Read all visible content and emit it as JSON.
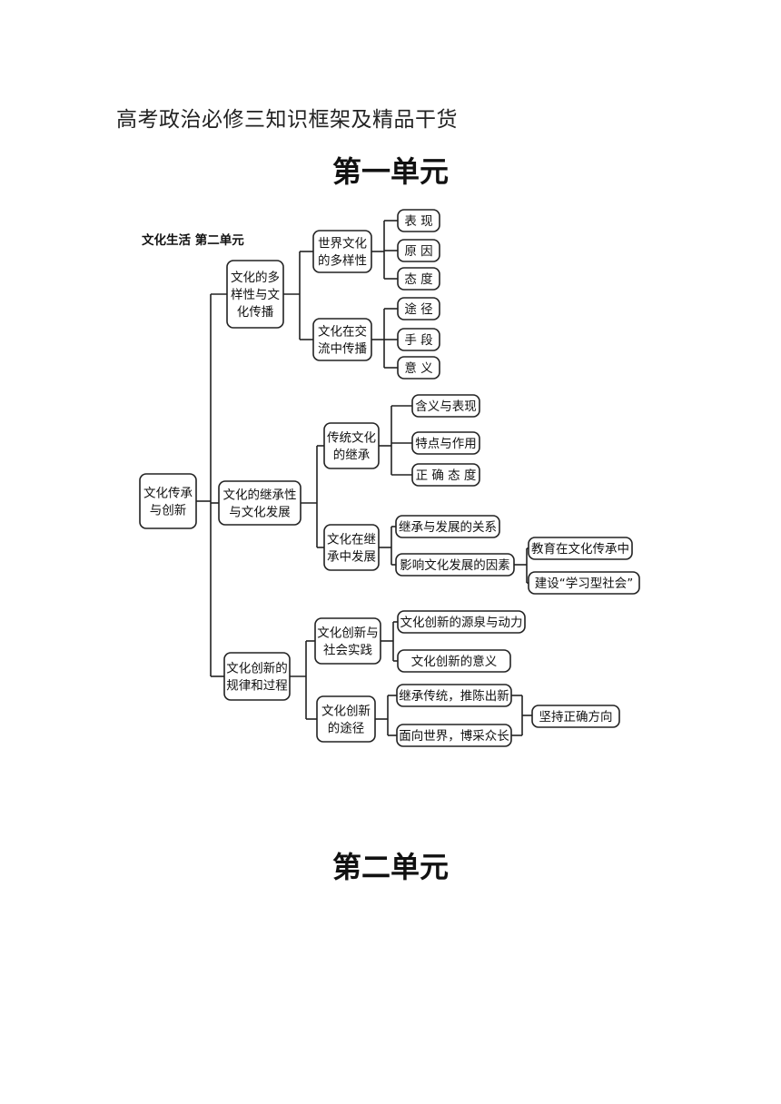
{
  "document": {
    "title": "高考政治必修三知识框架及精品干货",
    "unit1_heading": "第一单元",
    "unit2_heading": "第二单元"
  },
  "mindmap": {
    "caption": "文化生活 第二单元",
    "root": [
      "文化传承",
      "与创新"
    ],
    "branches": [
      {
        "label": [
          "文化的多",
          "样性与文",
          "化传播"
        ],
        "topics": [
          {
            "label": [
              "世界文化",
              "的多样性"
            ],
            "items": [
              "表 现",
              "原 因",
              "态 度"
            ]
          },
          {
            "label": [
              "文化在交",
              "流中传播"
            ],
            "items": [
              "途 径",
              "手 段",
              "意 义"
            ]
          }
        ]
      },
      {
        "label": [
          "文化的继承性",
          "与文化发展"
        ],
        "topics": [
          {
            "label": [
              "传统文化",
              "的继承"
            ],
            "items": [
              "含义与表现",
              "特点与作用",
              "正 确 态 度"
            ]
          },
          {
            "label": [
              "文化在继",
              "承中发展"
            ],
            "items": [
              "继承与发展的关系",
              "影响文化发展的因素"
            ],
            "subitems": [
              "教育在文化传承中",
              "建设“学习型社会”"
            ]
          }
        ]
      },
      {
        "label": [
          "文化创新的",
          "规律和过程"
        ],
        "topics": [
          {
            "label": [
              "文化创新与",
              "社会实践"
            ],
            "items": [
              "文化创新的源泉与动力",
              "文化创新的意义"
            ]
          },
          {
            "label": [
              "文化创新",
              "的途径"
            ],
            "items": [
              "继承传统，推陈出新",
              "面向世界，博采众长"
            ],
            "conclusion": "坚持正确方向"
          }
        ]
      }
    ]
  }
}
